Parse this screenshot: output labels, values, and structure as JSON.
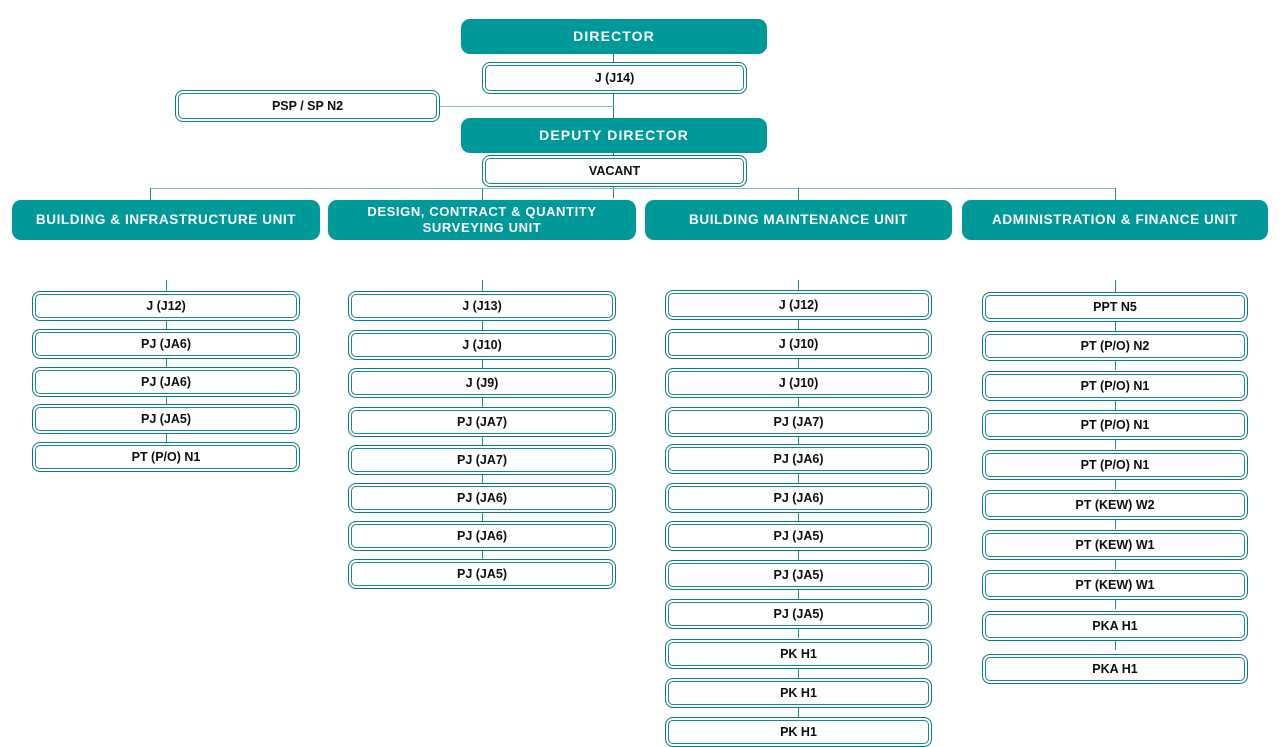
{
  "document": {
    "type": "organisation-chart",
    "accent_color": "#009999",
    "border_color": "#0f7b80",
    "connector_color": "#1a8a8a",
    "background_color": "#ffffff",
    "box_text_color": "#0d0d0d",
    "header_text_color": "#ffffff"
  },
  "top": {
    "director": {
      "title": "DIRECTOR",
      "grade": "J (J14)"
    },
    "deputy_director": {
      "title": "DEPUTY DIRECTOR",
      "grade": "VACANT"
    },
    "staff_side": {
      "label": "PSP / SP N2"
    }
  },
  "units": [
    {
      "id": "building-infrastructure-unit",
      "title": "BUILDING & INFRASTRUCTURE UNIT",
      "title_lines": [
        "BUILDING & INFRASTRUCTURE  UNIT"
      ],
      "positions": [
        "J (J12)",
        "PJ (JA6)",
        "PJ (JA6)",
        "PJ (JA5)",
        "PT (P/O) N1"
      ]
    },
    {
      "id": "design-contract-quantity-surveying-unit",
      "title": "DESIGN, CONTRACT & QUANTITY SURVEYING UNIT",
      "title_lines": [
        "DESIGN, CONTRACT  & QUANTITY",
        "SURVEYING  UNIT"
      ],
      "positions": [
        "J (J13)",
        "J (J10)",
        "J (J9)",
        "PJ (JA7)",
        "PJ (JA7)",
        "PJ (JA6)",
        "PJ (JA6)",
        "PJ (JA5)"
      ]
    },
    {
      "id": "building-maintenance-unit",
      "title": "BUILDING MAINTENANCE UNIT",
      "title_lines": [
        "BUILDING MAINTENANCE  UNIT"
      ],
      "positions": [
        "J (J12)",
        "J (J10)",
        "J (J10)",
        "PJ (JA7)",
        "PJ (JA6)",
        "PJ (JA6)",
        "PJ (JA5)",
        "PJ (JA5)",
        "PJ (JA5)",
        "PK H1",
        "PK H1",
        "PK H1"
      ]
    },
    {
      "id": "administration-finance-unit",
      "title": "ADMINISTRATION & FINANCE UNIT",
      "title_lines": [
        "ADMINISTRATION  &  FINANCE  UNIT"
      ],
      "positions": [
        "PPT N5",
        "PT (P/O) N2",
        "PT (P/O) N1",
        "PT (P/O) N1",
        "PT (P/O) N1",
        "PT (KEW) W2",
        "PT (KEW) W1",
        "PT (KEW) W1",
        "PKA H1",
        "PKA H1"
      ]
    }
  ]
}
